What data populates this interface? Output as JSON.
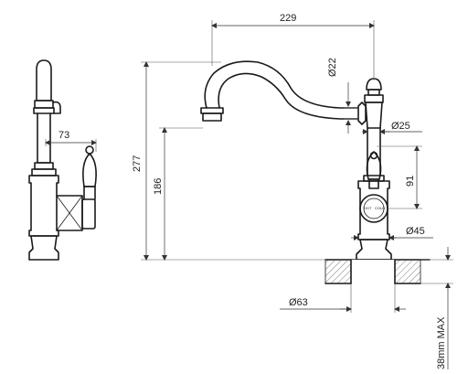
{
  "dimensions": {
    "spout_reach": "229",
    "spout_diameter": "Ø22",
    "body_diameter": "Ø25",
    "total_height": "277",
    "spout_outlet_height": "186",
    "handle_height": "91",
    "base_diameter": "Ø45",
    "handle_reach": "73",
    "mounting_hole": "Ø63",
    "max_bench_thickness": "38mm MAX"
  },
  "handle_markings": {
    "hot": "HOT",
    "cold": "COLD"
  },
  "colors": {
    "line": "#1a1a1a",
    "dimension": "#333333",
    "background": "#ffffff"
  }
}
